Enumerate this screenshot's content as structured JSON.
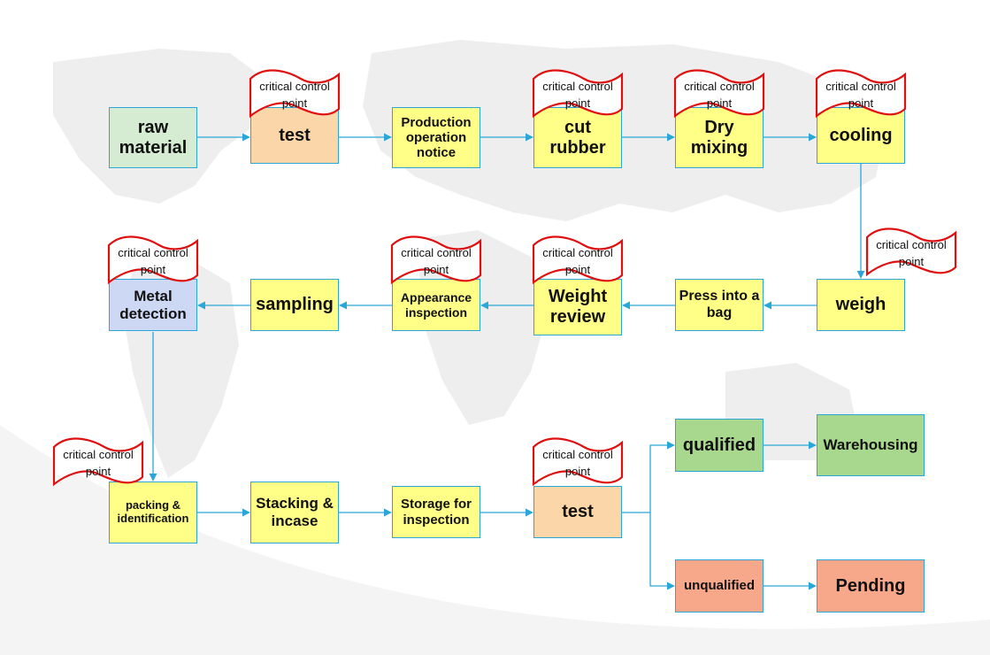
{
  "colors": {
    "yellow": "#ffff88",
    "green_light": "#d6ecd2",
    "peach": "#fbd6a8",
    "blue_light": "#cdd9f4",
    "green": "#a8d88e",
    "salmon": "#f7a88a",
    "border": "#2aa7d8",
    "arrow": "#2aa7d8",
    "flag_stroke": "#e01010"
  },
  "ccp_label": "critical control point",
  "nodes": {
    "raw_material": "raw material",
    "test_1": "test",
    "production_notice": "Production operation notice",
    "cut_rubber": "cut rubber",
    "dry_mixing": "Dry mixing",
    "cooling": "cooling",
    "weigh": "weigh",
    "press_into_bag": "Press into a bag",
    "weight_review": "Weight review",
    "appearance_inspection": "Appearance inspection",
    "sampling": "sampling",
    "metal_detection": "Metal detection",
    "packing_identification": "packing & identification",
    "stacking_incase": "Stacking & incase",
    "storage_for_inspection": "Storage for inspection",
    "test_2": "test",
    "qualified": "qualified",
    "warehousing": "Warehousing",
    "unqualified": "unqualified",
    "pending": "Pending"
  }
}
